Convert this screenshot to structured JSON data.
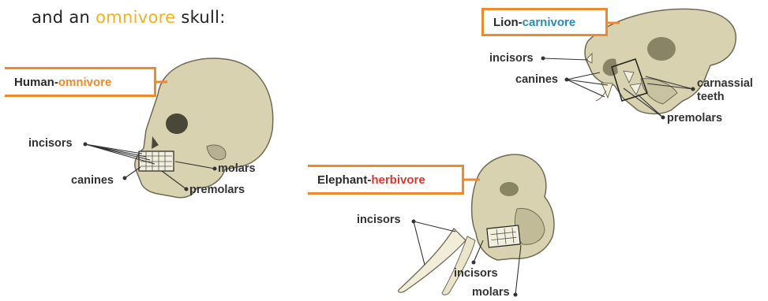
{
  "intro": {
    "prefix": "and an ",
    "highlight": "omnivore",
    "suffix": " skull:"
  },
  "colors": {
    "accent_orange": "#ee8a2b",
    "carnivore_blue": "#2a8ab8",
    "herbivore_red": "#e3342f",
    "bone": "#d9d2b0",
    "highlight_yellow": "#f2b21e"
  },
  "human": {
    "title_name": "Human",
    "separator": " - ",
    "diet": "omnivore",
    "labels": {
      "incisors": "incisors",
      "canines": "canines",
      "molars": "molars",
      "premolars": "premolars"
    }
  },
  "lion": {
    "title_name": "Lion",
    "separator": " - ",
    "diet": "carnivore",
    "labels": {
      "incisors": "incisors",
      "canines": "canines",
      "carnassial_line1": "carnassial",
      "carnassial_line2": "teeth",
      "premolars": "premolars"
    }
  },
  "elephant": {
    "title_name": "Elephant",
    "separator": " - ",
    "diet": "herbivore",
    "labels": {
      "incisors_upper": "incisors",
      "incisors_lower": "incisors",
      "molars": "molars"
    }
  }
}
